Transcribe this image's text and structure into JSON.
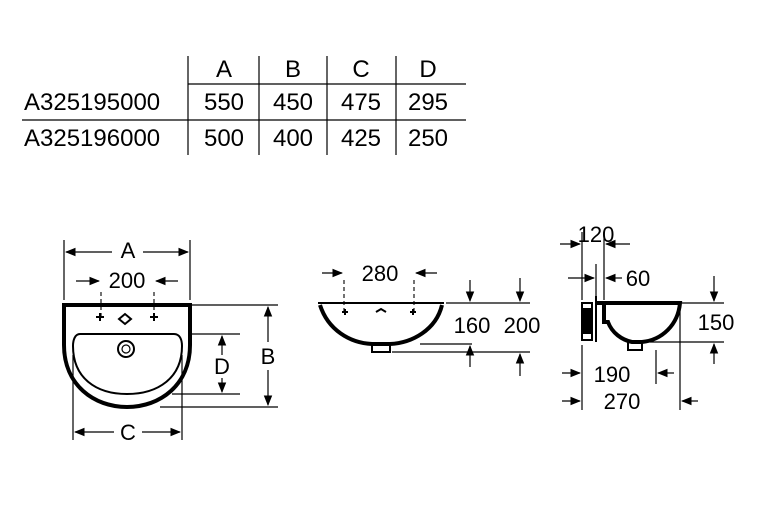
{
  "table": {
    "headers": [
      "A",
      "B",
      "C",
      "D"
    ],
    "rows": [
      {
        "code": "A325195000",
        "values": [
          "550",
          "450",
          "475",
          "295"
        ]
      },
      {
        "code": "A325196000",
        "values": [
          "500",
          "400",
          "425",
          "250"
        ]
      }
    ]
  },
  "front_view": {
    "dim_width": "A",
    "dim_tap_spacing": "200",
    "dim_inner_height": "D",
    "dim_total_height": "B",
    "dim_bottom_width": "C"
  },
  "side_view": {
    "dim_overflow_spacing": "280",
    "dim_bowl_depth": "160",
    "dim_total_depth": "200"
  },
  "profile_view": {
    "dim_back": "120",
    "dim_gap": "60",
    "dim_height": "150",
    "dim_waste_offset": "190",
    "dim_projection": "270"
  }
}
